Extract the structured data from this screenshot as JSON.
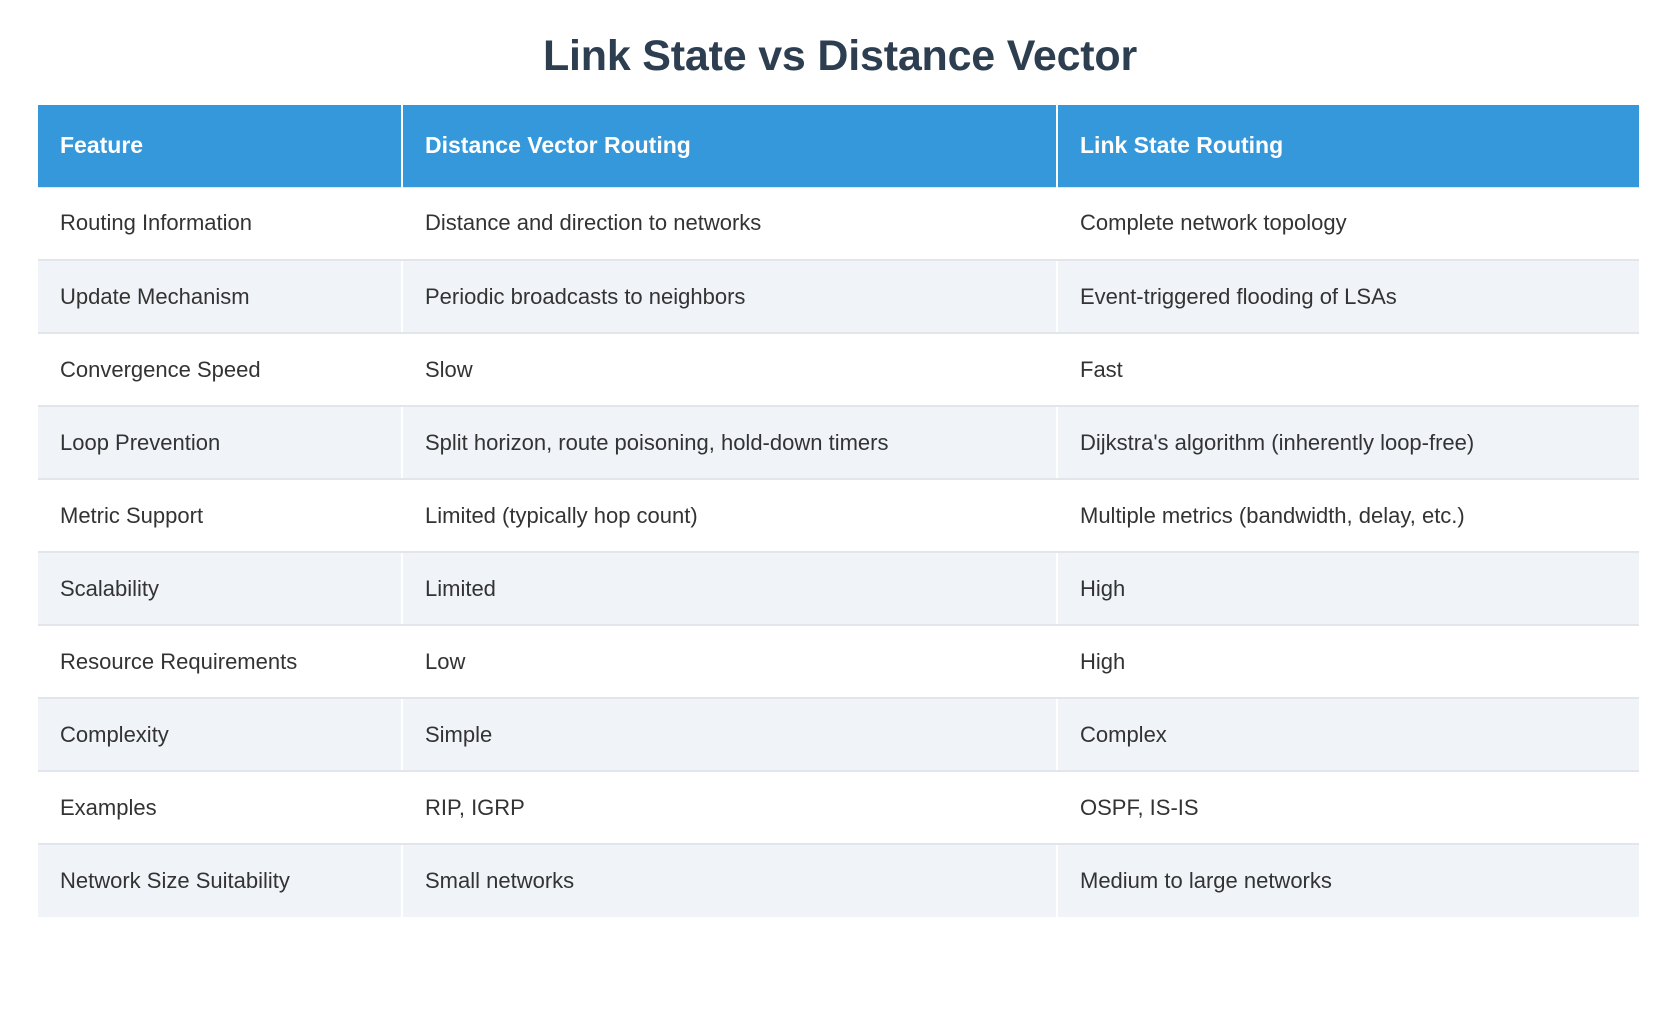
{
  "page": {
    "title": "Link State vs Distance Vector"
  },
  "theme": {
    "header_background": "#3498db",
    "header_text": "#ffffff",
    "title_color": "#2c3e50",
    "body_text": "#333333",
    "row_alt_background": "#f0f3f8",
    "row_background": "#ffffff",
    "border_color": "#e2e5ea"
  },
  "table": {
    "columns": [
      "Feature",
      "Distance Vector Routing",
      "Link State Routing"
    ],
    "rows": [
      {
        "feature": "Routing Information",
        "distance_vector": "Distance and direction to networks",
        "link_state": "Complete network topology"
      },
      {
        "feature": "Update Mechanism",
        "distance_vector": "Periodic broadcasts to neighbors",
        "link_state": "Event-triggered flooding of LSAs"
      },
      {
        "feature": "Convergence Speed",
        "distance_vector": "Slow",
        "link_state": "Fast"
      },
      {
        "feature": "Loop Prevention",
        "distance_vector": "Split horizon, route poisoning, hold-down timers",
        "link_state": "Dijkstra's algorithm (inherently loop-free)"
      },
      {
        "feature": "Metric Support",
        "distance_vector": "Limited (typically hop count)",
        "link_state": "Multiple metrics (bandwidth, delay, etc.)"
      },
      {
        "feature": "Scalability",
        "distance_vector": "Limited",
        "link_state": "High"
      },
      {
        "feature": "Resource Requirements",
        "distance_vector": "Low",
        "link_state": "High"
      },
      {
        "feature": "Complexity",
        "distance_vector": "Simple",
        "link_state": "Complex"
      },
      {
        "feature": "Examples",
        "distance_vector": "RIP, IGRP",
        "link_state": "OSPF, IS-IS"
      },
      {
        "feature": "Network Size Suitability",
        "distance_vector": "Small networks",
        "link_state": "Medium to large networks"
      }
    ]
  }
}
